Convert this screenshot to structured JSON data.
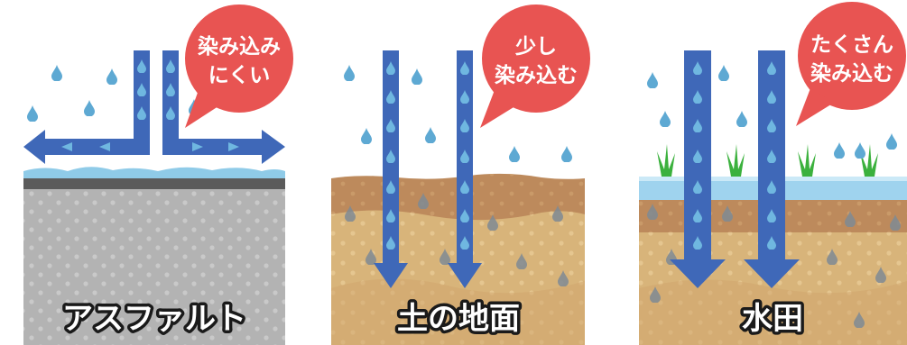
{
  "panels": [
    {
      "id": "asphalt",
      "label": "アスファルト",
      "bubble": [
        "染み込み",
        "にくい"
      ]
    },
    {
      "id": "soil",
      "label": "土の地面",
      "bubble": [
        "少し",
        "染み込む"
      ]
    },
    {
      "id": "paddy",
      "label": "水田",
      "bubble": [
        "たくさん",
        "染み込む"
      ]
    }
  ],
  "colors": {
    "arrow": "#3f68b8",
    "drop": "#5ea9d3",
    "bubble": "#e85452",
    "asphalt_gray": "#b3b3b3",
    "asphalt_top": "#5b5b5b",
    "soil_top": "#bd8a5c",
    "soil_mid": "#d8b47a",
    "water": "#9fd3ee",
    "grass": "#3bb13d"
  }
}
